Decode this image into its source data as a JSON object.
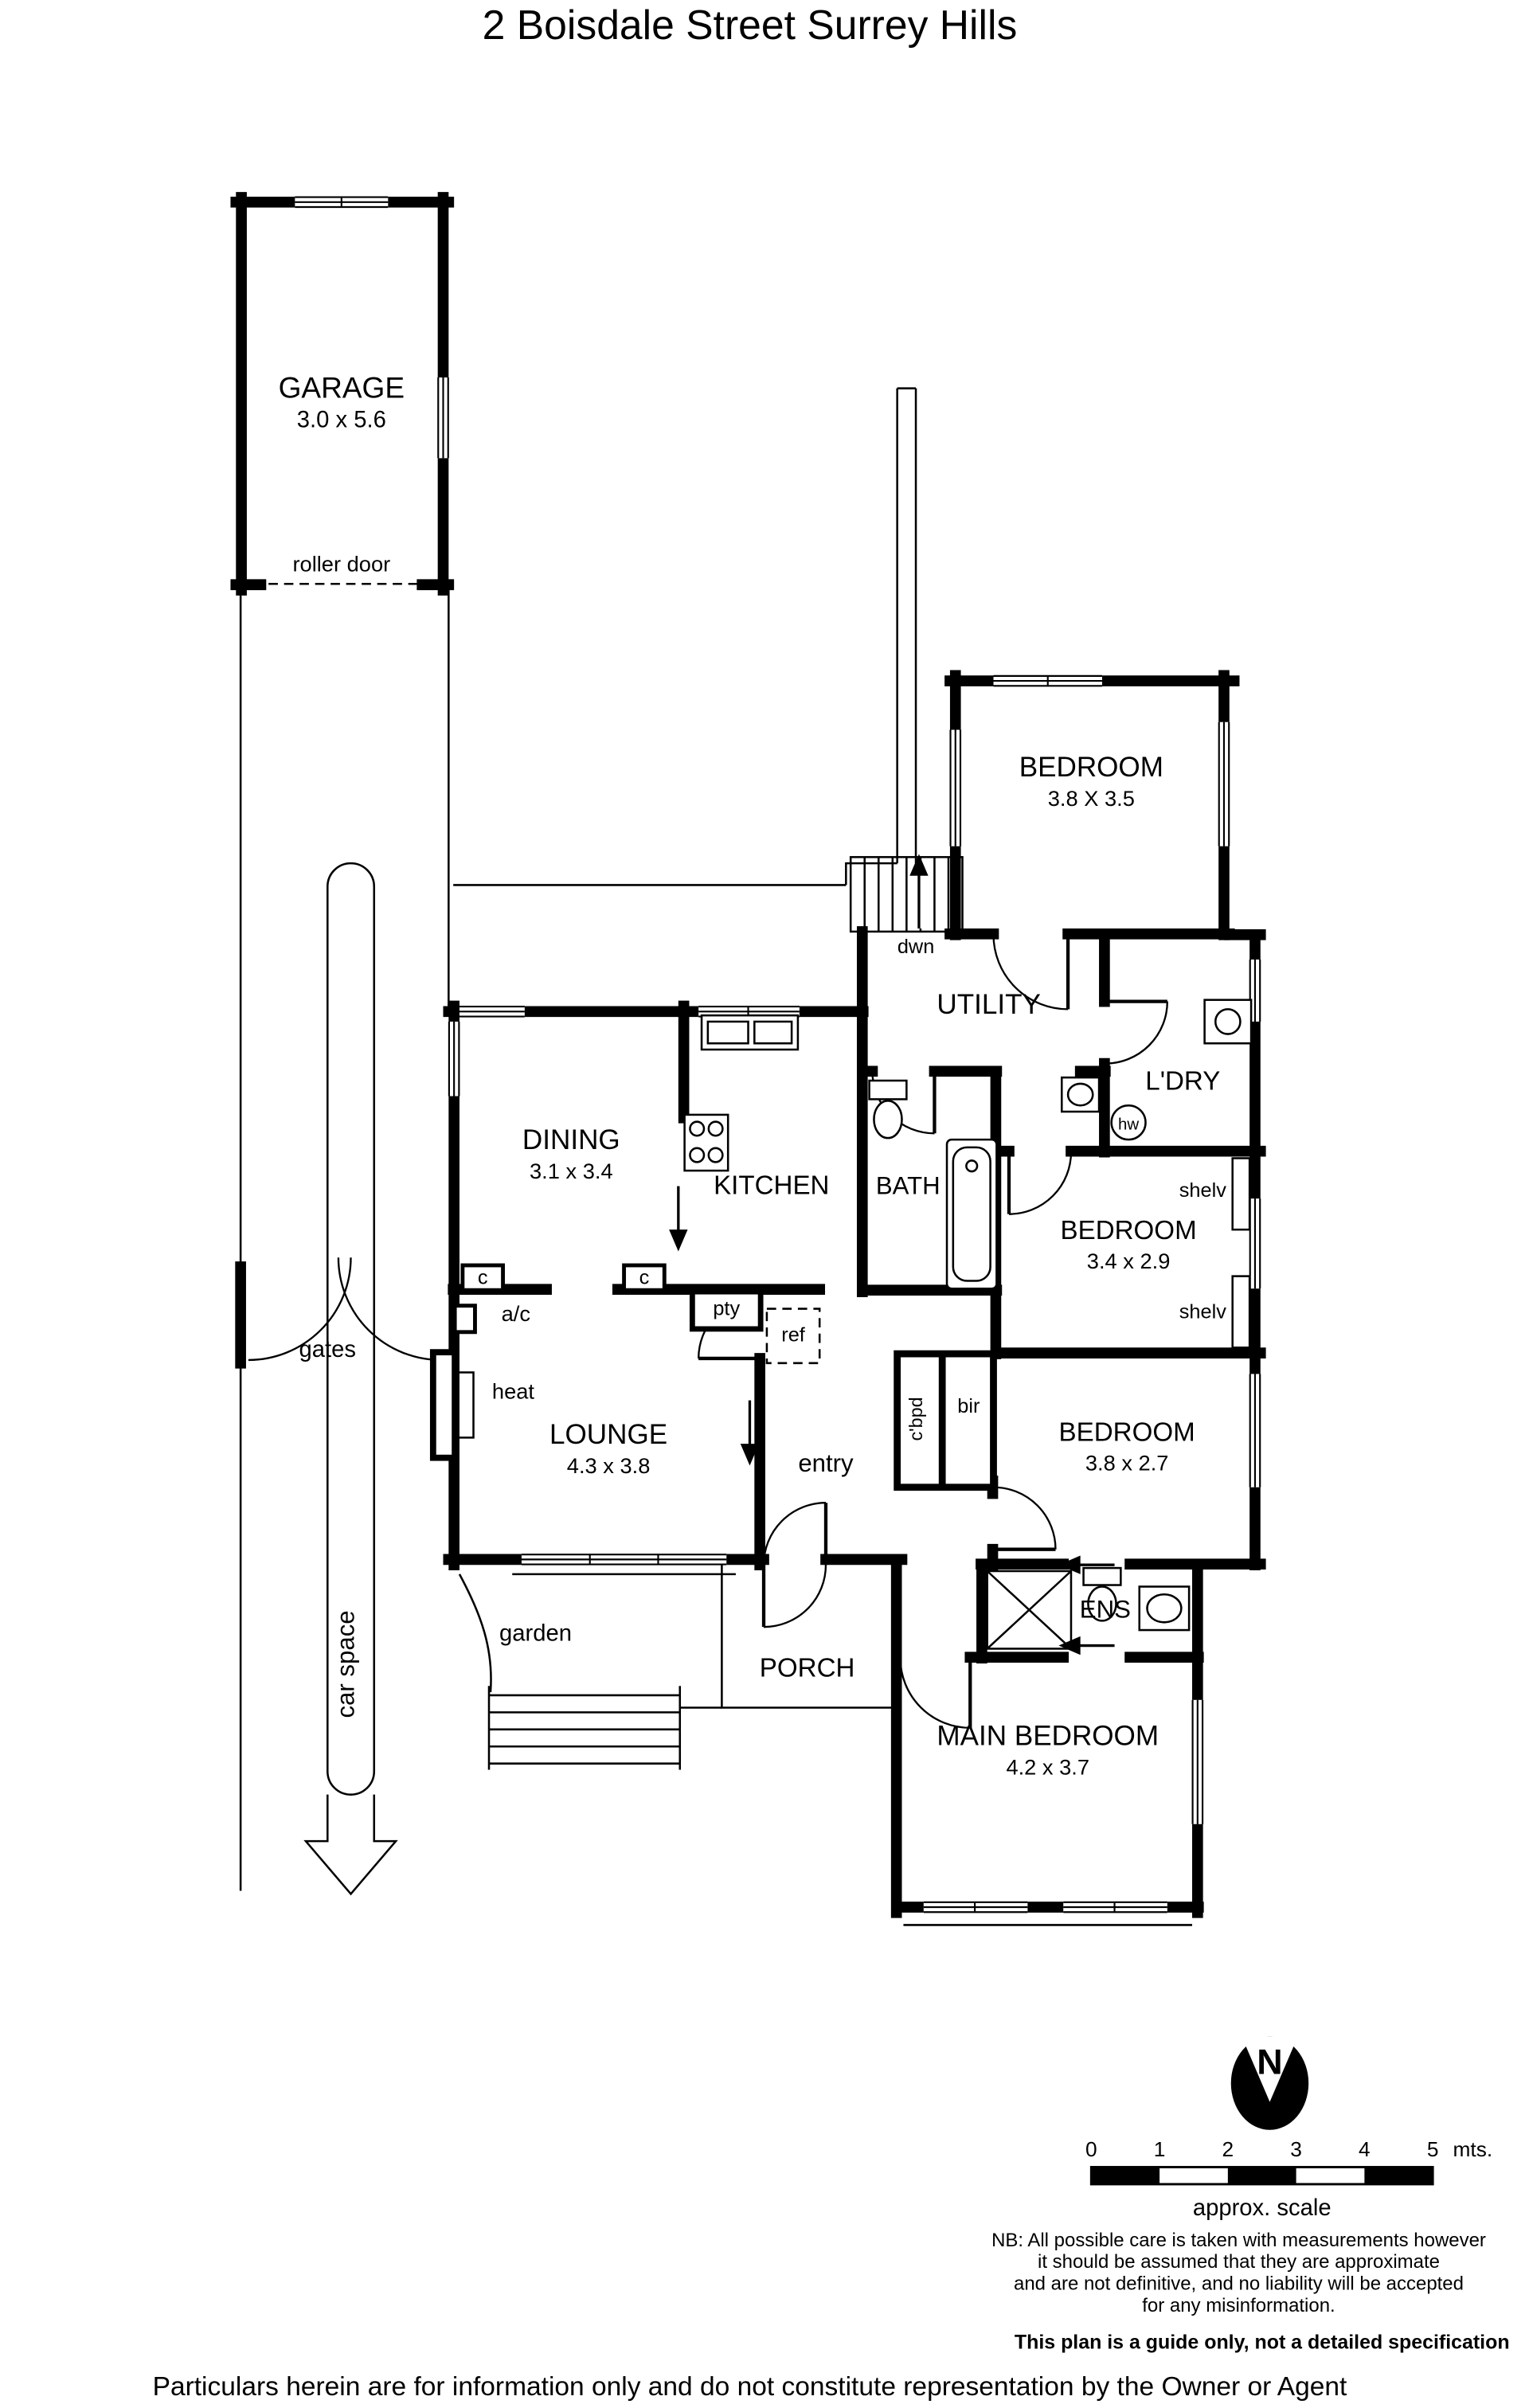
{
  "title": "2 Boisdale Street Surrey Hills",
  "ink": "#000000",
  "paper": "#ffffff",
  "rooms": {
    "garage": {
      "name": "GARAGE",
      "dims": "3.0 x 5.6"
    },
    "bedroom_tr": {
      "name": "BEDROOM",
      "dims": "3.8 X 3.5"
    },
    "utility": {
      "name": "UTILITY"
    },
    "laundry": {
      "name": "L'DRY"
    },
    "dining": {
      "name": "DINING",
      "dims": "3.1 x 3.4"
    },
    "kitchen": {
      "name": "KITCHEN"
    },
    "bath": {
      "name": "BATH"
    },
    "bedroom_mid": {
      "name": "BEDROOM",
      "dims": "3.4 x 2.9"
    },
    "lounge": {
      "name": "LOUNGE",
      "dims": "4.3 x 3.8"
    },
    "bedroom_lower": {
      "name": "BEDROOM",
      "dims": "3.8 x 2.7"
    },
    "ens": {
      "name": "ENS"
    },
    "porch": {
      "name": "PORCH"
    },
    "main_bedroom": {
      "name": "MAIN BEDROOM",
      "dims": "4.2 x 3.7"
    }
  },
  "labels": {
    "roller_door": "roller door",
    "gates": "gates",
    "car_space": "car space",
    "dwn": "dwn",
    "hw": "hw",
    "shelv_top": "shelv",
    "shelv_bottom": "shelv",
    "closet_left": "c",
    "closet_right": "c",
    "ac": "a/c",
    "heat": "heat",
    "pty": "pty",
    "ref": "ref",
    "entry": "entry",
    "cbpd": "c'bpd",
    "bir": "bir",
    "garden": "garden",
    "north": "N"
  },
  "scale_bar": {
    "ticks": [
      "0",
      "1",
      "2",
      "3",
      "4",
      "5"
    ],
    "unit": "mts.",
    "caption": "approx. scale"
  },
  "notes": {
    "nb_line1": "NB: All possible care is taken with measurements however",
    "nb_line2": "it should be assumed that they are approximate",
    "nb_line3": "and are not definitive, and no liability will be accepted",
    "nb_line4": "for any misinformation.",
    "guide": "This plan is a guide only, not a detailed specification",
    "footer": "Particulars herein are for information only and do not constitute representation by the Owner or Agent"
  }
}
